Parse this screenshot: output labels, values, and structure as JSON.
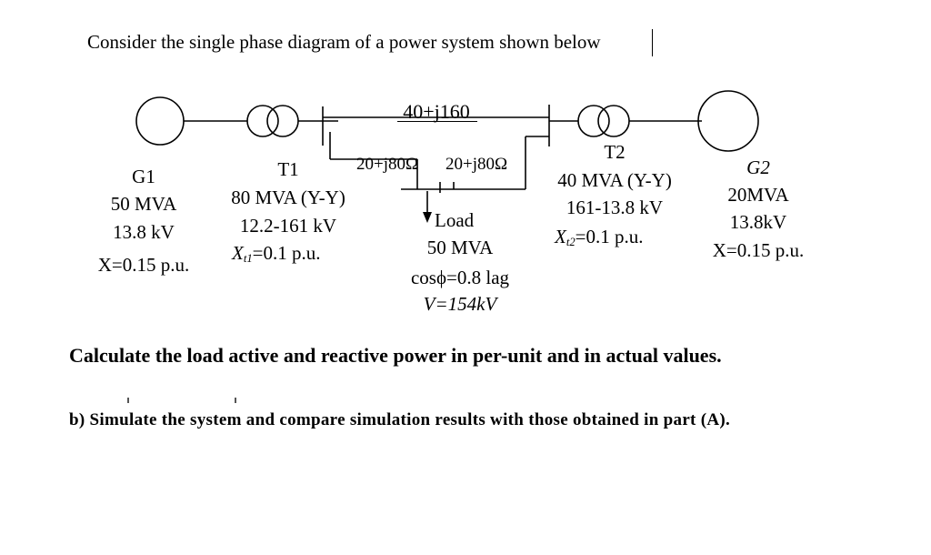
{
  "intro": "Consider the single phase diagram of a power system shown below",
  "line_impedance": "40+j160",
  "branch_left": "20+j80Ω",
  "branch_right": "20+j80Ω",
  "g1": {
    "name": "G1",
    "rating": "50 MVA",
    "voltage": "13.8 kV",
    "reactance": "X=0.15 p.u."
  },
  "t1": {
    "name": "T1",
    "rating": "80 MVA (Y-Y)",
    "voltage": "12.2-161 kV",
    "reactance_pre": "X",
    "reactance_sub": "t1",
    "reactance_post": "=0.1 p.u."
  },
  "load": {
    "name": "Load",
    "rating": "50 MVA",
    "pf": "cosϕ=0.8 lag",
    "voltage": "V=154kV"
  },
  "t2": {
    "name": "T2",
    "rating": "40 MVA (Y-Y)",
    "voltage": "161-13.8 kV",
    "reactance_pre": "X",
    "reactance_sub": "t2",
    "reactance_post": "=0.1 p.u."
  },
  "g2": {
    "name": "G2",
    "rating": "20MVA",
    "voltage": "13.8kV",
    "reactance": "X=0.15 p.u."
  },
  "question_a": "Calculate the load active and reactive power in per-unit and in actual values.",
  "question_b": "b)  Simulate the system and compare simulation results with those obtained in part (A)."
}
